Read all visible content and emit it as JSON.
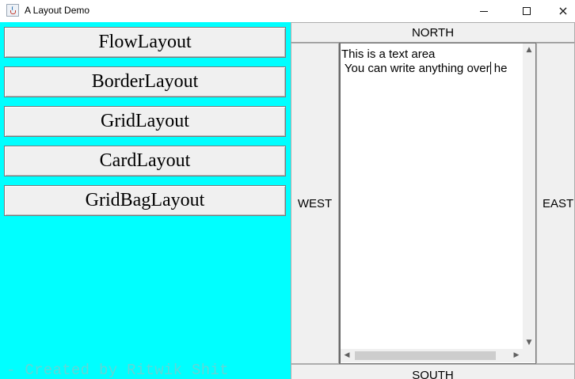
{
  "window": {
    "title": "A Layout Demo",
    "icon": "java-icon",
    "controls": {
      "minimize": "minimize-icon",
      "maximize": "maximize-icon",
      "close": "×"
    }
  },
  "left_panel": {
    "background": "#00ffff",
    "buttons": [
      {
        "label": "FlowLayout"
      },
      {
        "label": "BorderLayout"
      },
      {
        "label": "GridLayout"
      },
      {
        "label": "CardLayout"
      },
      {
        "label": "GridBagLayout"
      }
    ],
    "credit": "- Created by Ritwik Shit"
  },
  "border_demo": {
    "north": "NORTH",
    "west": "WEST",
    "east": "EAST",
    "south": "SOUTH",
    "text_area": {
      "line1": "This is a text area",
      "line2_before_caret": " You can write anything over",
      "line2_after_caret": " he"
    },
    "scrollbars": {
      "up": "▲",
      "down": "▼",
      "left": "◀",
      "right": "▶"
    }
  }
}
